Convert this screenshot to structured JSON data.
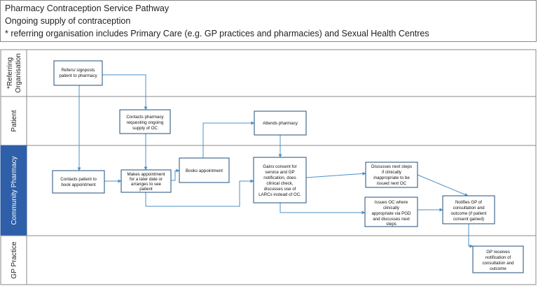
{
  "header": {
    "line1": "Pharmacy Contraception Service Pathway",
    "line2": "Ongoing supply of contraception",
    "line3": "* referring organisation includes Primary Care (e.g. GP practices and pharmacies) and Sexual Health Centres"
  },
  "lanes": [
    {
      "label_line1": "*Referring",
      "label_line2": "Organisation"
    },
    {
      "label_line1": "Patient",
      "label_line2": ""
    },
    {
      "label_line1": "Community Pharmacy",
      "label_line2": ""
    },
    {
      "label_line1": "GP Practice",
      "label_line2": ""
    }
  ],
  "boxes": {
    "refers": [
      "Refers/ signposts",
      "patient to pharmacy"
    ],
    "contacts_pharmacy": [
      "Contacts pharmacy",
      "requesting ongoing",
      "supply of OC"
    ],
    "attends": [
      "Attends pharmacy"
    ],
    "contacts_patient": [
      "Contacts patient to",
      "book appointment"
    ],
    "makes_appointment": [
      "Makes appointment",
      "for a later date or",
      "arranges to see",
      "patient"
    ],
    "books": [
      "Books appointment"
    ],
    "gains_consent": [
      "Gains consent for",
      "service and GP",
      "notification, does",
      "clinical check,",
      "discusses use of",
      "LARCs instead of OC."
    ],
    "discusses_next": [
      "Discusses next steps",
      "if  clinically",
      "inappropriate to be",
      "issued next OC"
    ],
    "issues_oc": [
      "Issues OC where",
      "clinically",
      "appropriate via PGD",
      "and discusses next",
      "steps"
    ],
    "notifies_gp": [
      "Notifies GP of",
      "consultation and",
      "outcome (if patient",
      "consent gained)"
    ],
    "gp_receives": [
      "GP receives",
      "notification of",
      "consultation and",
      "outcome"
    ]
  },
  "colors": {
    "box_border": "#1f4e79",
    "arrow": "#4a90c8",
    "lane_border": "#8a8a8a",
    "pharmacy_lane_fill": "#2e5fa8"
  }
}
